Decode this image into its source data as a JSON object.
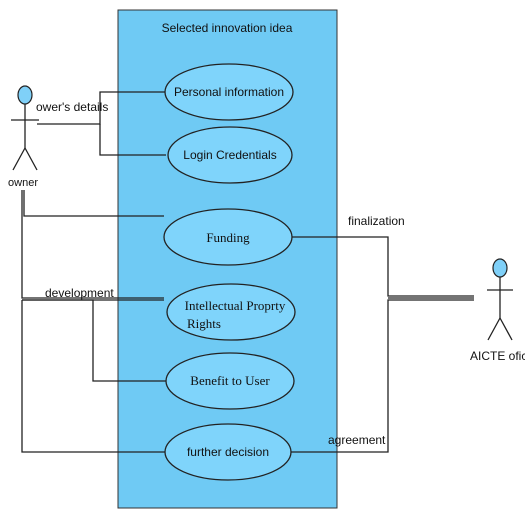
{
  "system": {
    "title": "Selected innovation idea",
    "fill_color": "#6fcaf4"
  },
  "actors": {
    "owner": {
      "label": "owner",
      "color": "#7fd0f8"
    },
    "official": {
      "label": "AICTE oficia",
      "color": "#7fd0f8"
    }
  },
  "use_cases": [
    {
      "id": "personal",
      "label": "Personal information"
    },
    {
      "id": "login",
      "label": "Login Credentials"
    },
    {
      "id": "funding",
      "label": "Funding"
    },
    {
      "id": "ipr",
      "label_line1": "Intellectual Proprty",
      "label_line2": "Rights"
    },
    {
      "id": "benefit",
      "label": "Benefit to User"
    },
    {
      "id": "further",
      "label": "further decision"
    }
  ],
  "edge_labels": {
    "owners_details": "ower's details",
    "development": "development",
    "finalization": "finalization",
    "agreement": "agreement"
  },
  "colors": {
    "ellipse_fill": "#7fd4fb",
    "stroke": "#222222"
  }
}
